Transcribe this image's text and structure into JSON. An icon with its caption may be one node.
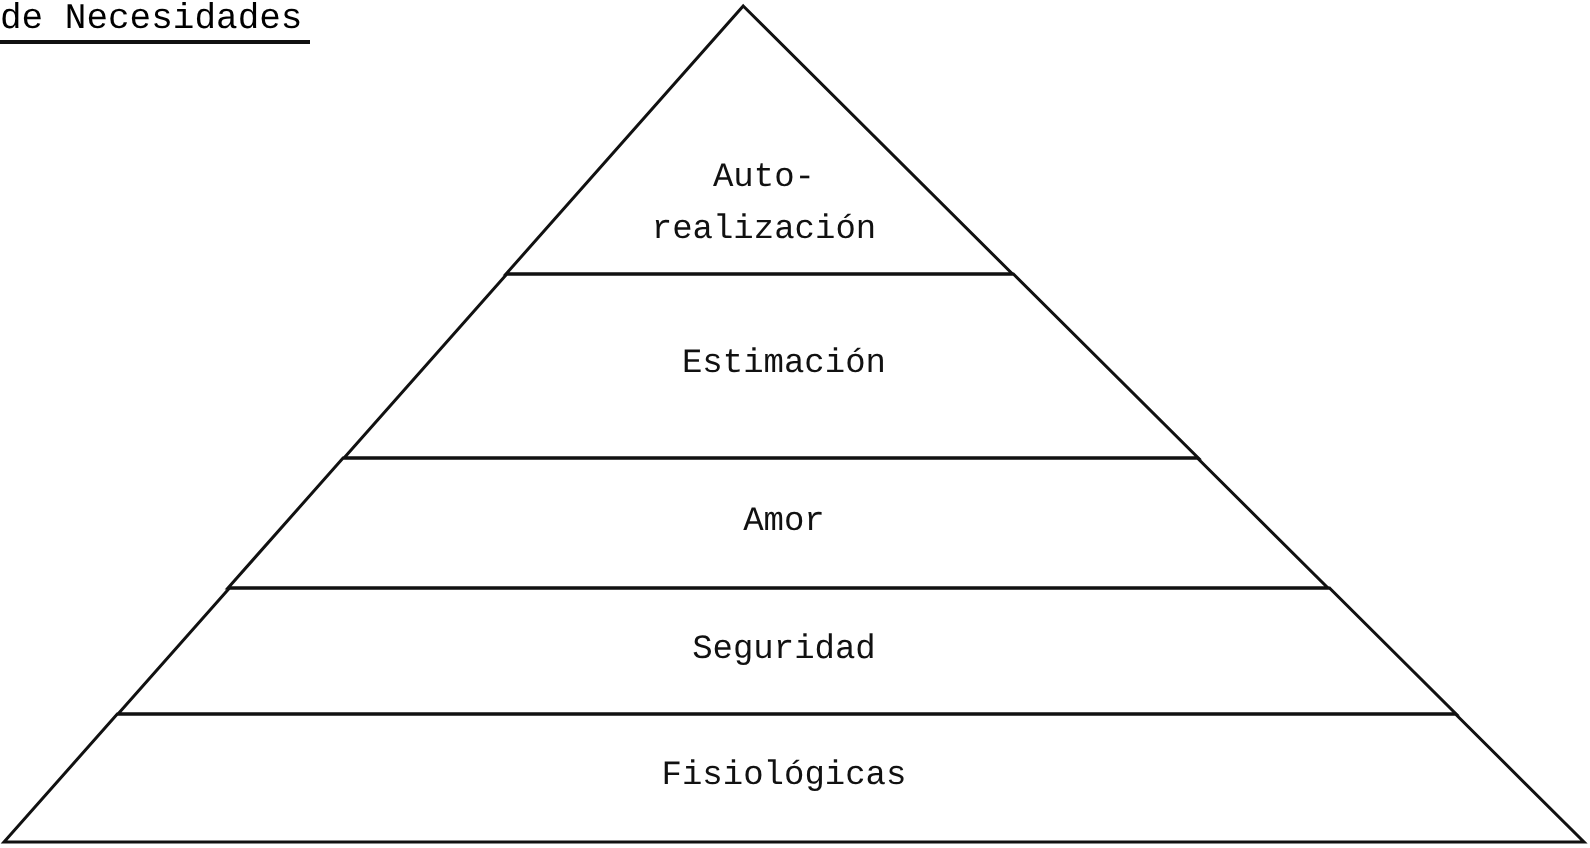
{
  "diagram": {
    "title": "de Necesidades",
    "nodes": [
      {
        "text": [
          "Auto- realización"
        ]
      },
      {
        "text": [
          "Estimación"
        ]
      },
      {
        "text": [
          "Amor"
        ]
      },
      {
        "text": [
          "Seguridad"
        ]
      },
      {
        "text": [
          "Fisiológicas"
        ]
      }
    ]
  }
}
